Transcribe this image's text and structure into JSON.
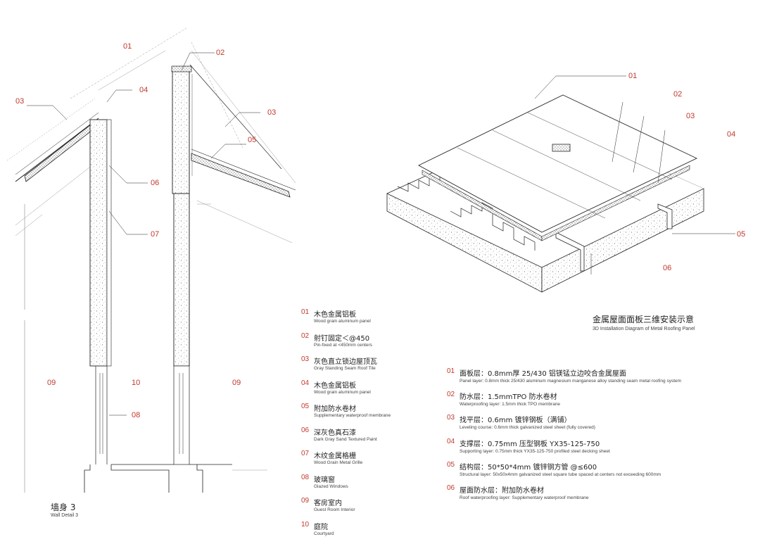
{
  "colors": {
    "accent": "#c0392b",
    "line": "#222222",
    "hatch": "#555555"
  },
  "wall_detail": {
    "title_zh": "墙身 3",
    "title_en": "Wall Detail 3",
    "callouts": {
      "c01": "01",
      "c02": "02",
      "c03a": "03",
      "c03b": "03",
      "c04": "04",
      "c05": "05",
      "c06": "06",
      "c07": "07",
      "c08": "08",
      "c09a": "09",
      "c10": "10",
      "c09b": "09"
    }
  },
  "legend_left": [
    {
      "num": "01",
      "zh": "木色金属铝板",
      "en": "Wood grain aluminum panel"
    },
    {
      "num": "02",
      "zh": "射钉固定＜@450",
      "en": "Pin-fixed at <450mm centers"
    },
    {
      "num": "03",
      "zh": "灰色直立锁边屋顶瓦",
      "en": "Gray Standing Seam Roof Tile"
    },
    {
      "num": "04",
      "zh": "木色金属铝板",
      "en": "Wood grain aluminum panel"
    },
    {
      "num": "05",
      "zh": "附加防水卷材",
      "en": "Supplementary waterproof membrane"
    },
    {
      "num": "06",
      "zh": "深灰色真石漆",
      "en": "Dark Gray Sand Textured Paint"
    },
    {
      "num": "07",
      "zh": "木纹金属格栅",
      "en": "Wood Grain Metal Grille"
    },
    {
      "num": "08",
      "zh": "玻璃窗",
      "en": "Glazed Windows"
    },
    {
      "num": "09",
      "zh": "客房室内",
      "en": "Guest Room Interior"
    },
    {
      "num": "10",
      "zh": "庭院",
      "en": "Courtyard"
    }
  ],
  "roof_diagram": {
    "title_zh": "金属屋面面板三维安装示意",
    "title_en": "3D Installation Diagram of Metal Roofing Panel",
    "callouts": {
      "r01": "01",
      "r02": "02",
      "r03": "03",
      "r04": "04",
      "r05": "05",
      "r06": "06"
    }
  },
  "legend_right": [
    {
      "num": "01",
      "zh": "面板层：0.8mm厚 25/430 铝镁锰立边咬合金属屋面",
      "en": "Panel layer: 0.8mm thick 25/430 aluminum magnesium manganese alloy standing seam metal roofing system"
    },
    {
      "num": "02",
      "zh": "防水层：1.5mmTPO 防水卷材",
      "en": "Waterproofing layer: 1.5mm thick TPO membrane"
    },
    {
      "num": "03",
      "zh": "找平层：0.6mm 镀锌钢板（满铺）",
      "en": "Leveling course: 0.6mm thick galvanized steel sheet (fully covered)"
    },
    {
      "num": "04",
      "zh": "支撑层：0.75mm 压型钢板 YX35-125-750",
      "en": "Supporting layer: 0.75mm thick YX35-125-750 profiled steel decking sheet"
    },
    {
      "num": "05",
      "zh": "结构层：50*50*4mm 镀锌钢方管 @≤600",
      "en": "Structural layer: 50x50x4mm galvanized steel square tube spaced at centers not exceeding 600mm"
    },
    {
      "num": "06",
      "zh": "屋面防水层：附加防水卷材",
      "en": "Roof waterproofing layer: Supplementary waterproof membrane"
    }
  ]
}
